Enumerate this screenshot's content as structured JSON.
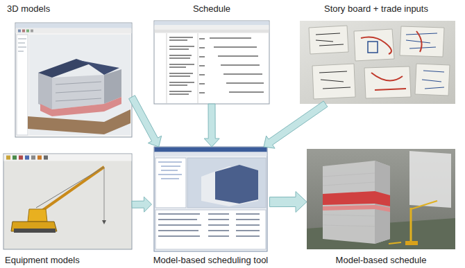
{
  "diagram": {
    "nodes": [
      {
        "text": [
          "3D models"
        ]
      },
      {
        "text": [
          "Schedule"
        ]
      },
      {
        "text": [
          "Story board + trade inputs"
        ]
      },
      {
        "text": [
          "Equipment models"
        ]
      },
      {
        "text": [
          "Model-based scheduling tool"
        ]
      },
      {
        "text": [
          "Model-based schedule"
        ]
      }
    ],
    "edges": [
      {
        "from": 0,
        "to": 4,
        "arrow": "to"
      },
      {
        "from": 1,
        "to": 4,
        "arrow": "to"
      },
      {
        "from": 2,
        "to": 4,
        "arrow": "to"
      },
      {
        "from": 3,
        "to": 4,
        "arrow": "to"
      },
      {
        "from": 4,
        "to": 5,
        "arrow": "to"
      }
    ]
  }
}
